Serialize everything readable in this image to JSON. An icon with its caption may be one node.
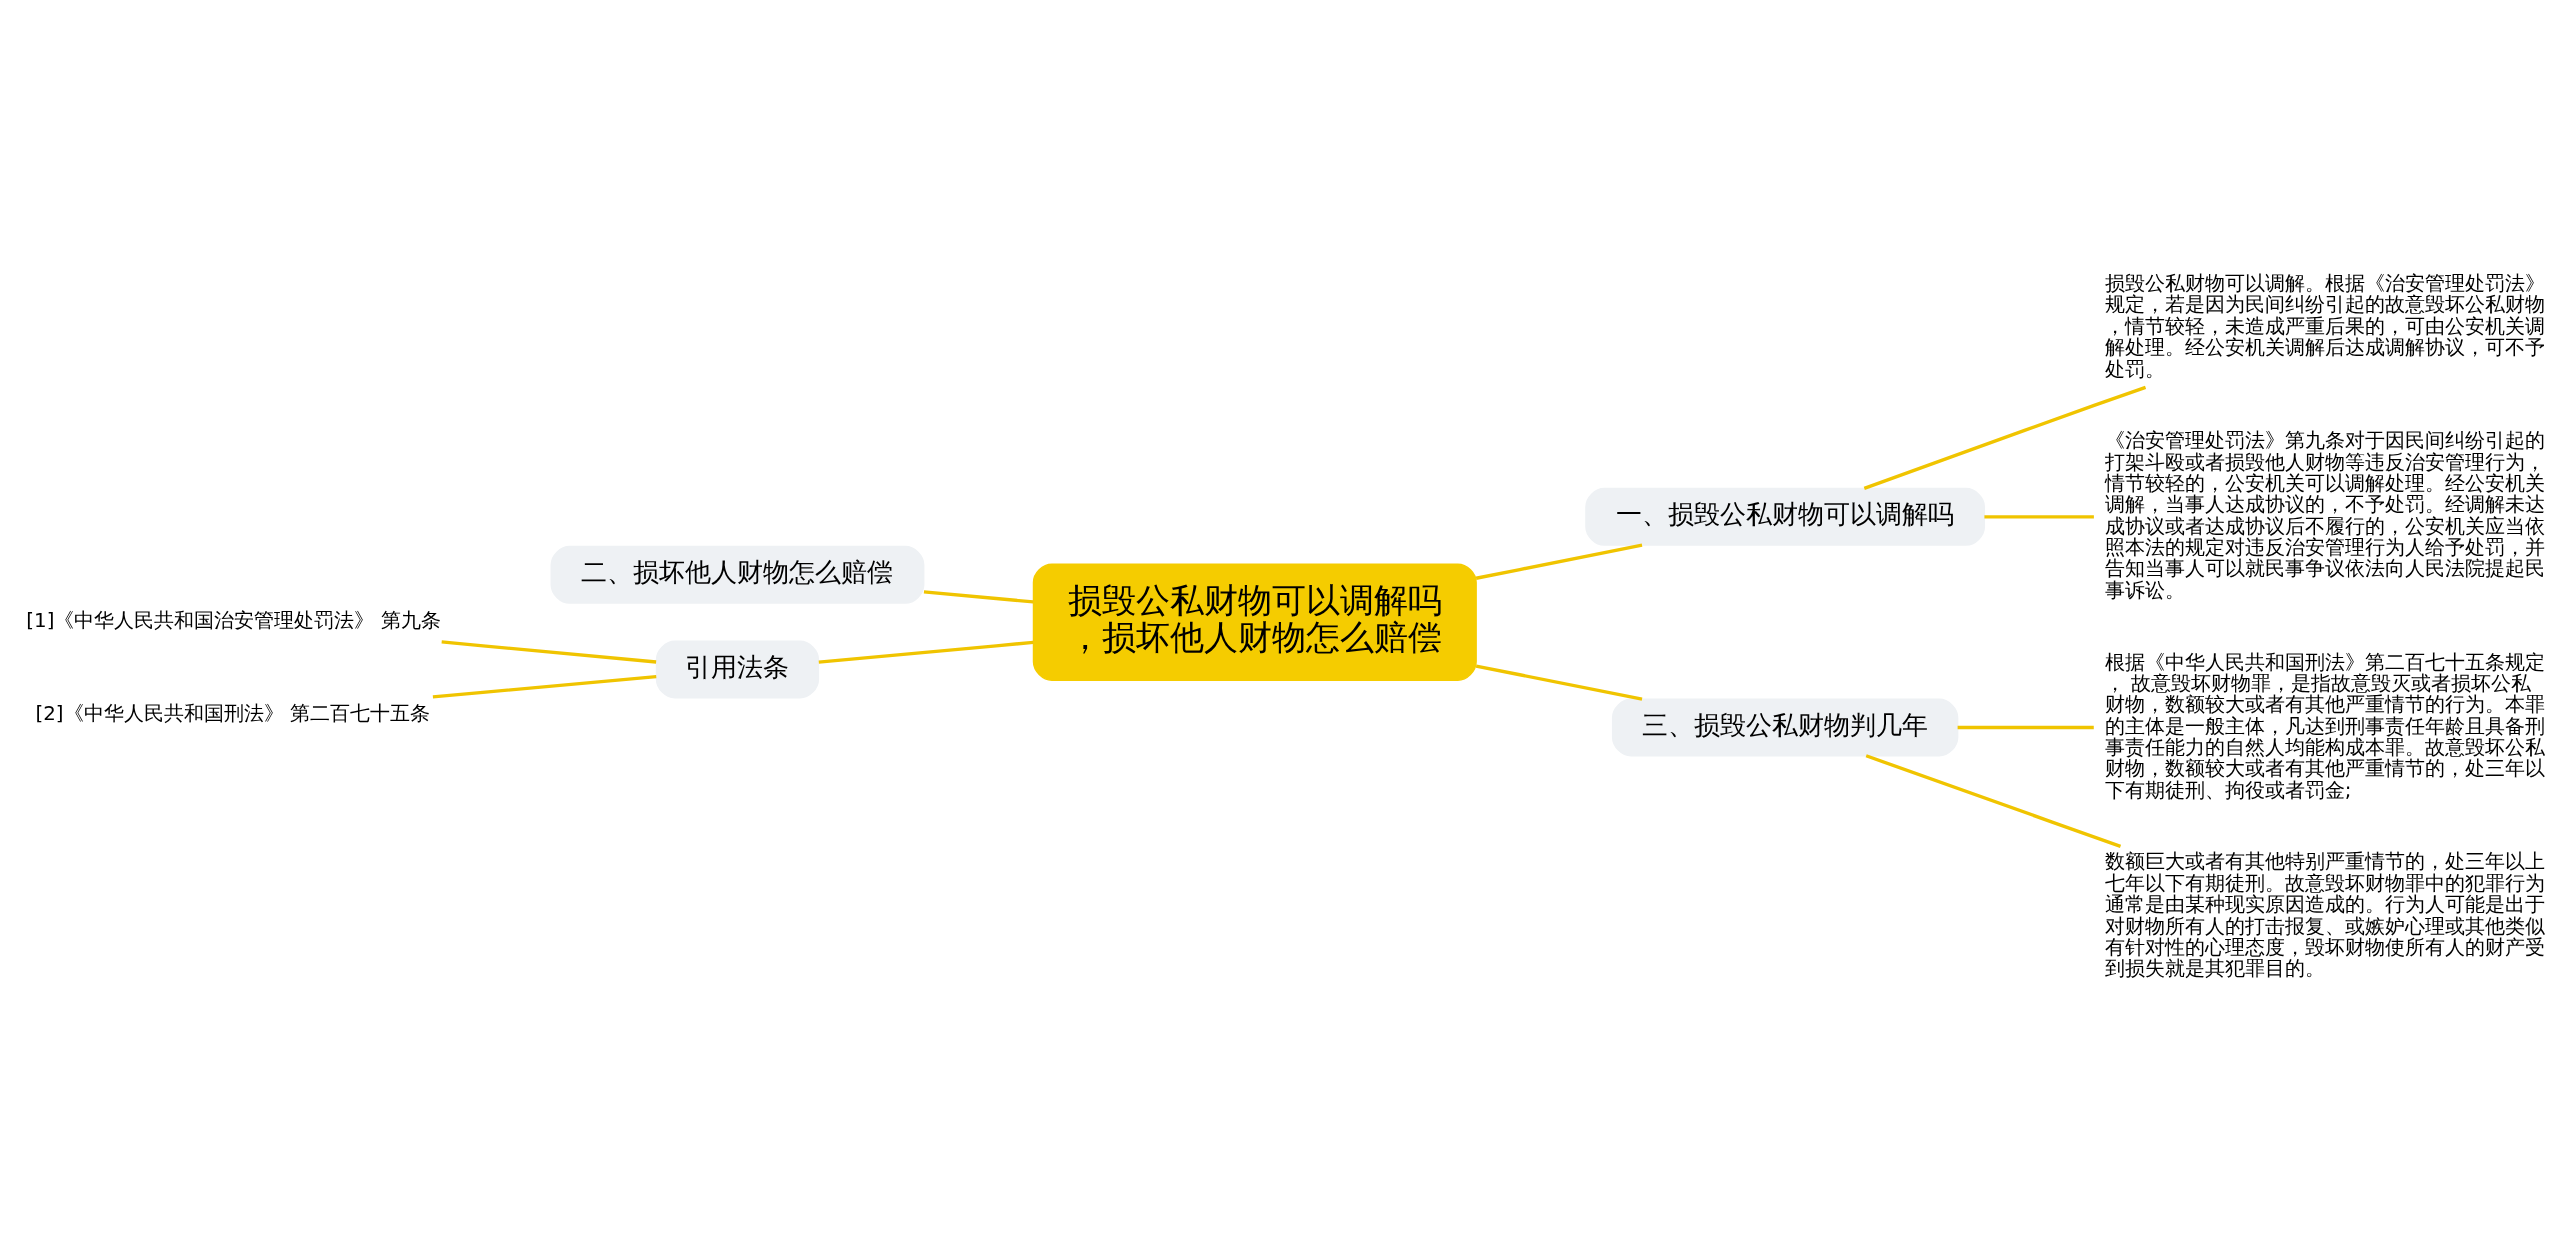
{
  "diagram": {
    "nodes": [
      {
        "text": [
          "损毁公私财物可以调解吗，损坏他人财物怎么赔偿"
        ]
      },
      {
        "text": [
          "一、损毁公私财物可以调解吗"
        ]
      },
      {
        "text": [
          "损毁公私财物可以调解。根据《治安管理处罚法》规定，若是因为民间纠纷引起的故意毁坏公私财物，情节较轻，未造成严重后果的，可由公安机关调解处理。经公安机关调解后达成调解协议，可不予处罚。"
        ]
      },
      {
        "text": [
          "《治安管理处罚法》第九条对于因民间纠纷引起的打架斗殴或者损毁他人财物等违反治安管理行为，情节较轻的，公安机关可以调解处理。经公安机关调解，当事人达成协议的，不予处罚。经调解未达成协议或者达成协议后不履行的，公安机关应当依照本法的规定对违反治安管理行为人给予处罚，并告知当事人可以就民事争议依法向人民法院提起民事诉讼。"
        ]
      },
      {
        "text": [
          "二、损坏他人财物怎么赔偿"
        ]
      },
      {
        "text": [
          "三、损毁公私财物判几年"
        ]
      },
      {
        "text": [
          "根据《中华人民共和国刑法》第二百七十五条规定， 故意毁坏财物罪，是指故意毁灭或者损坏公私财物，数额较大或者有其他严重情节的行为。本罪的主体是一般主体，凡达到刑事责任年龄且具备刑事责任能力的自然人均能构成本罪。故意毁坏公私财物，数额较大或者有其他严重情节的，处三年以下有期徒刑、拘役或者罚金;"
        ]
      },
      {
        "text": [
          "数额巨大或者有其他特别严重情节的，处三年以上七年以下有期徒刑。故意毁坏财物罪中的犯罪行为通常是由某种现实原因造成的。行为人可能是出于对财物所有人的打击报复、或嫉妒心理或其他类似有针对性的心理态度，毁坏财物使所有人的财产受到损失就是其犯罪目的。"
        ]
      },
      {
        "text": [
          "引用法条"
        ]
      },
      {
        "text": [
          "[1]《中华人民共和国治安管理处罚法》 第九条"
        ]
      },
      {
        "text": [
          "[2]《中华人民共和国刑法》 第二百七十五条"
        ]
      }
    ],
    "edges": [
      {
        "from": 0,
        "to": 1,
        "arrow": "none"
      },
      {
        "from": 1,
        "to": 2,
        "arrow": "none"
      },
      {
        "from": 1,
        "to": 3,
        "arrow": "none"
      },
      {
        "from": 0,
        "to": 4,
        "arrow": "none"
      },
      {
        "from": 0,
        "to": 5,
        "arrow": "none"
      },
      {
        "from": 5,
        "to": 6,
        "arrow": "none"
      },
      {
        "from": 5,
        "to": 7,
        "arrow": "none"
      },
      {
        "from": 0,
        "to": 8,
        "arrow": "none"
      },
      {
        "from": 8,
        "to": 9,
        "arrow": "none"
      },
      {
        "from": 8,
        "to": 10,
        "arrow": "none"
      }
    ]
  }
}
